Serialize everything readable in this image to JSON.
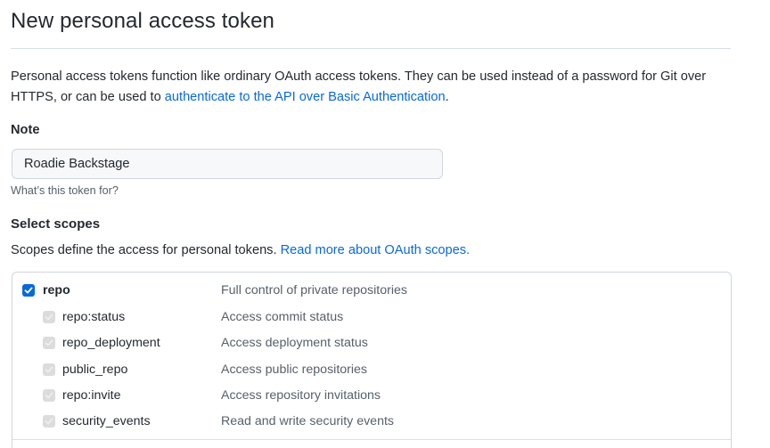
{
  "page": {
    "title": "New personal access token"
  },
  "intro": {
    "text_before": "Personal access tokens function like ordinary OAuth access tokens. They can be used instead of a password for Git over HTTPS, or can be used to ",
    "link_text": "authenticate to the API over Basic Authentication",
    "text_after": "."
  },
  "note": {
    "label": "Note",
    "value": "Roadie Backstage",
    "hint": "What’s this token for?"
  },
  "scopes": {
    "label": "Select scopes",
    "description": "Scopes define the access for personal tokens. ",
    "link_text": "Read more about OAuth scopes.",
    "items": [
      {
        "name": "repo",
        "description": "Full control of private repositories",
        "checked": true,
        "level": "main"
      },
      {
        "name": "repo:status",
        "description": "Access commit status",
        "checked": true,
        "level": "sub"
      },
      {
        "name": "repo_deployment",
        "description": "Access deployment status",
        "checked": true,
        "level": "sub"
      },
      {
        "name": "public_repo",
        "description": "Access public repositories",
        "checked": true,
        "level": "sub"
      },
      {
        "name": "repo:invite",
        "description": "Access repository invitations",
        "checked": true,
        "level": "sub"
      },
      {
        "name": "security_events",
        "description": "Read and write security events",
        "checked": true,
        "level": "sub"
      }
    ]
  },
  "colors": {
    "link": "#0969da",
    "checkbox_checked": "#0969da",
    "checkbox_disabled": "#dcdcdc",
    "border": "#d0d7de"
  }
}
